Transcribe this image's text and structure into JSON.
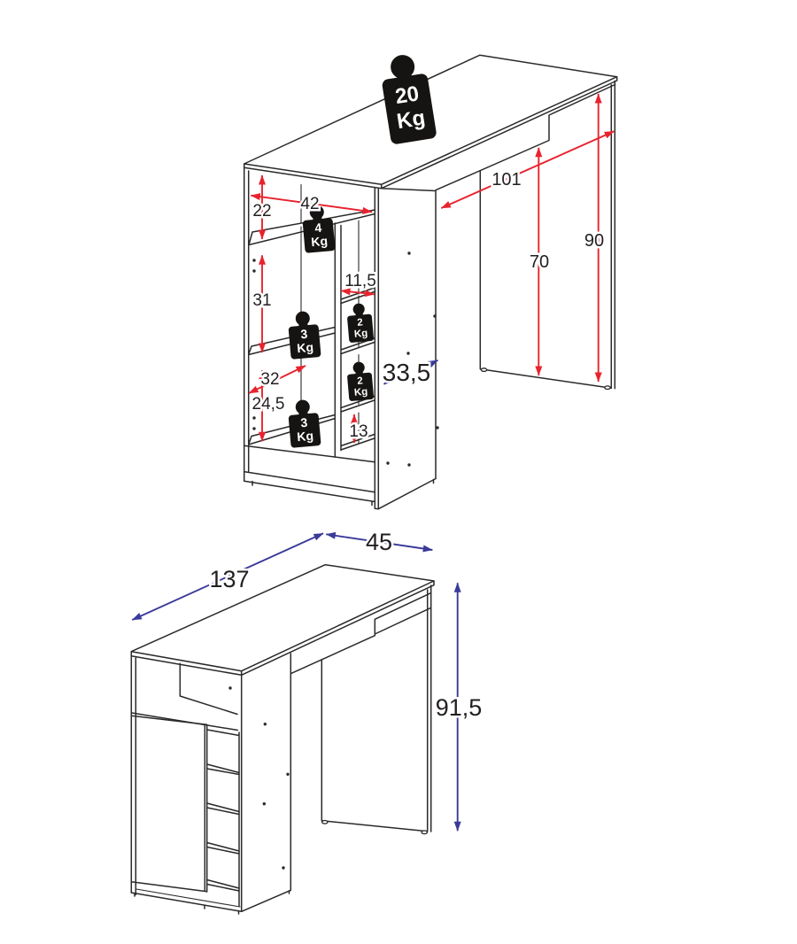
{
  "top_view": {
    "max_load": {
      "value": "20",
      "unit": "Kg"
    },
    "shelf_loads": {
      "top_shelf": {
        "value": "4",
        "unit": "Kg"
      },
      "middle_shelf": {
        "value": "3",
        "unit": "Kg"
      },
      "bottom_shelf": {
        "value": "3",
        "unit": "Kg"
      },
      "side_upper_shelf": {
        "value": "2",
        "unit": "Kg"
      },
      "side_lower_shelf": {
        "value": "2",
        "unit": "Kg"
      }
    },
    "dimensions": {
      "top_compartment_height": "22",
      "compartment_width": "42",
      "middle_compartment_height": "31",
      "lower_compartment_width": "32",
      "lower_compartment_height": "24,5",
      "side_shelf_width": "11,5",
      "side_bottom_height": "13",
      "cabinet_depth": "33,5",
      "leg_opening_width": "101",
      "leg_opening_height": "70",
      "table_height": "90"
    }
  },
  "front_view": {
    "dimensions": {
      "total_length": "137",
      "total_depth": "45",
      "total_height": "91,5"
    }
  },
  "colors": {
    "line": "#2b2a29",
    "arrow_red": "#e8232e",
    "arrow_blue": "#3a3a99",
    "label_text": "#231f20",
    "weight_fill": "#161412",
    "weight_text": "#ffffff",
    "background": "#ffffff"
  }
}
